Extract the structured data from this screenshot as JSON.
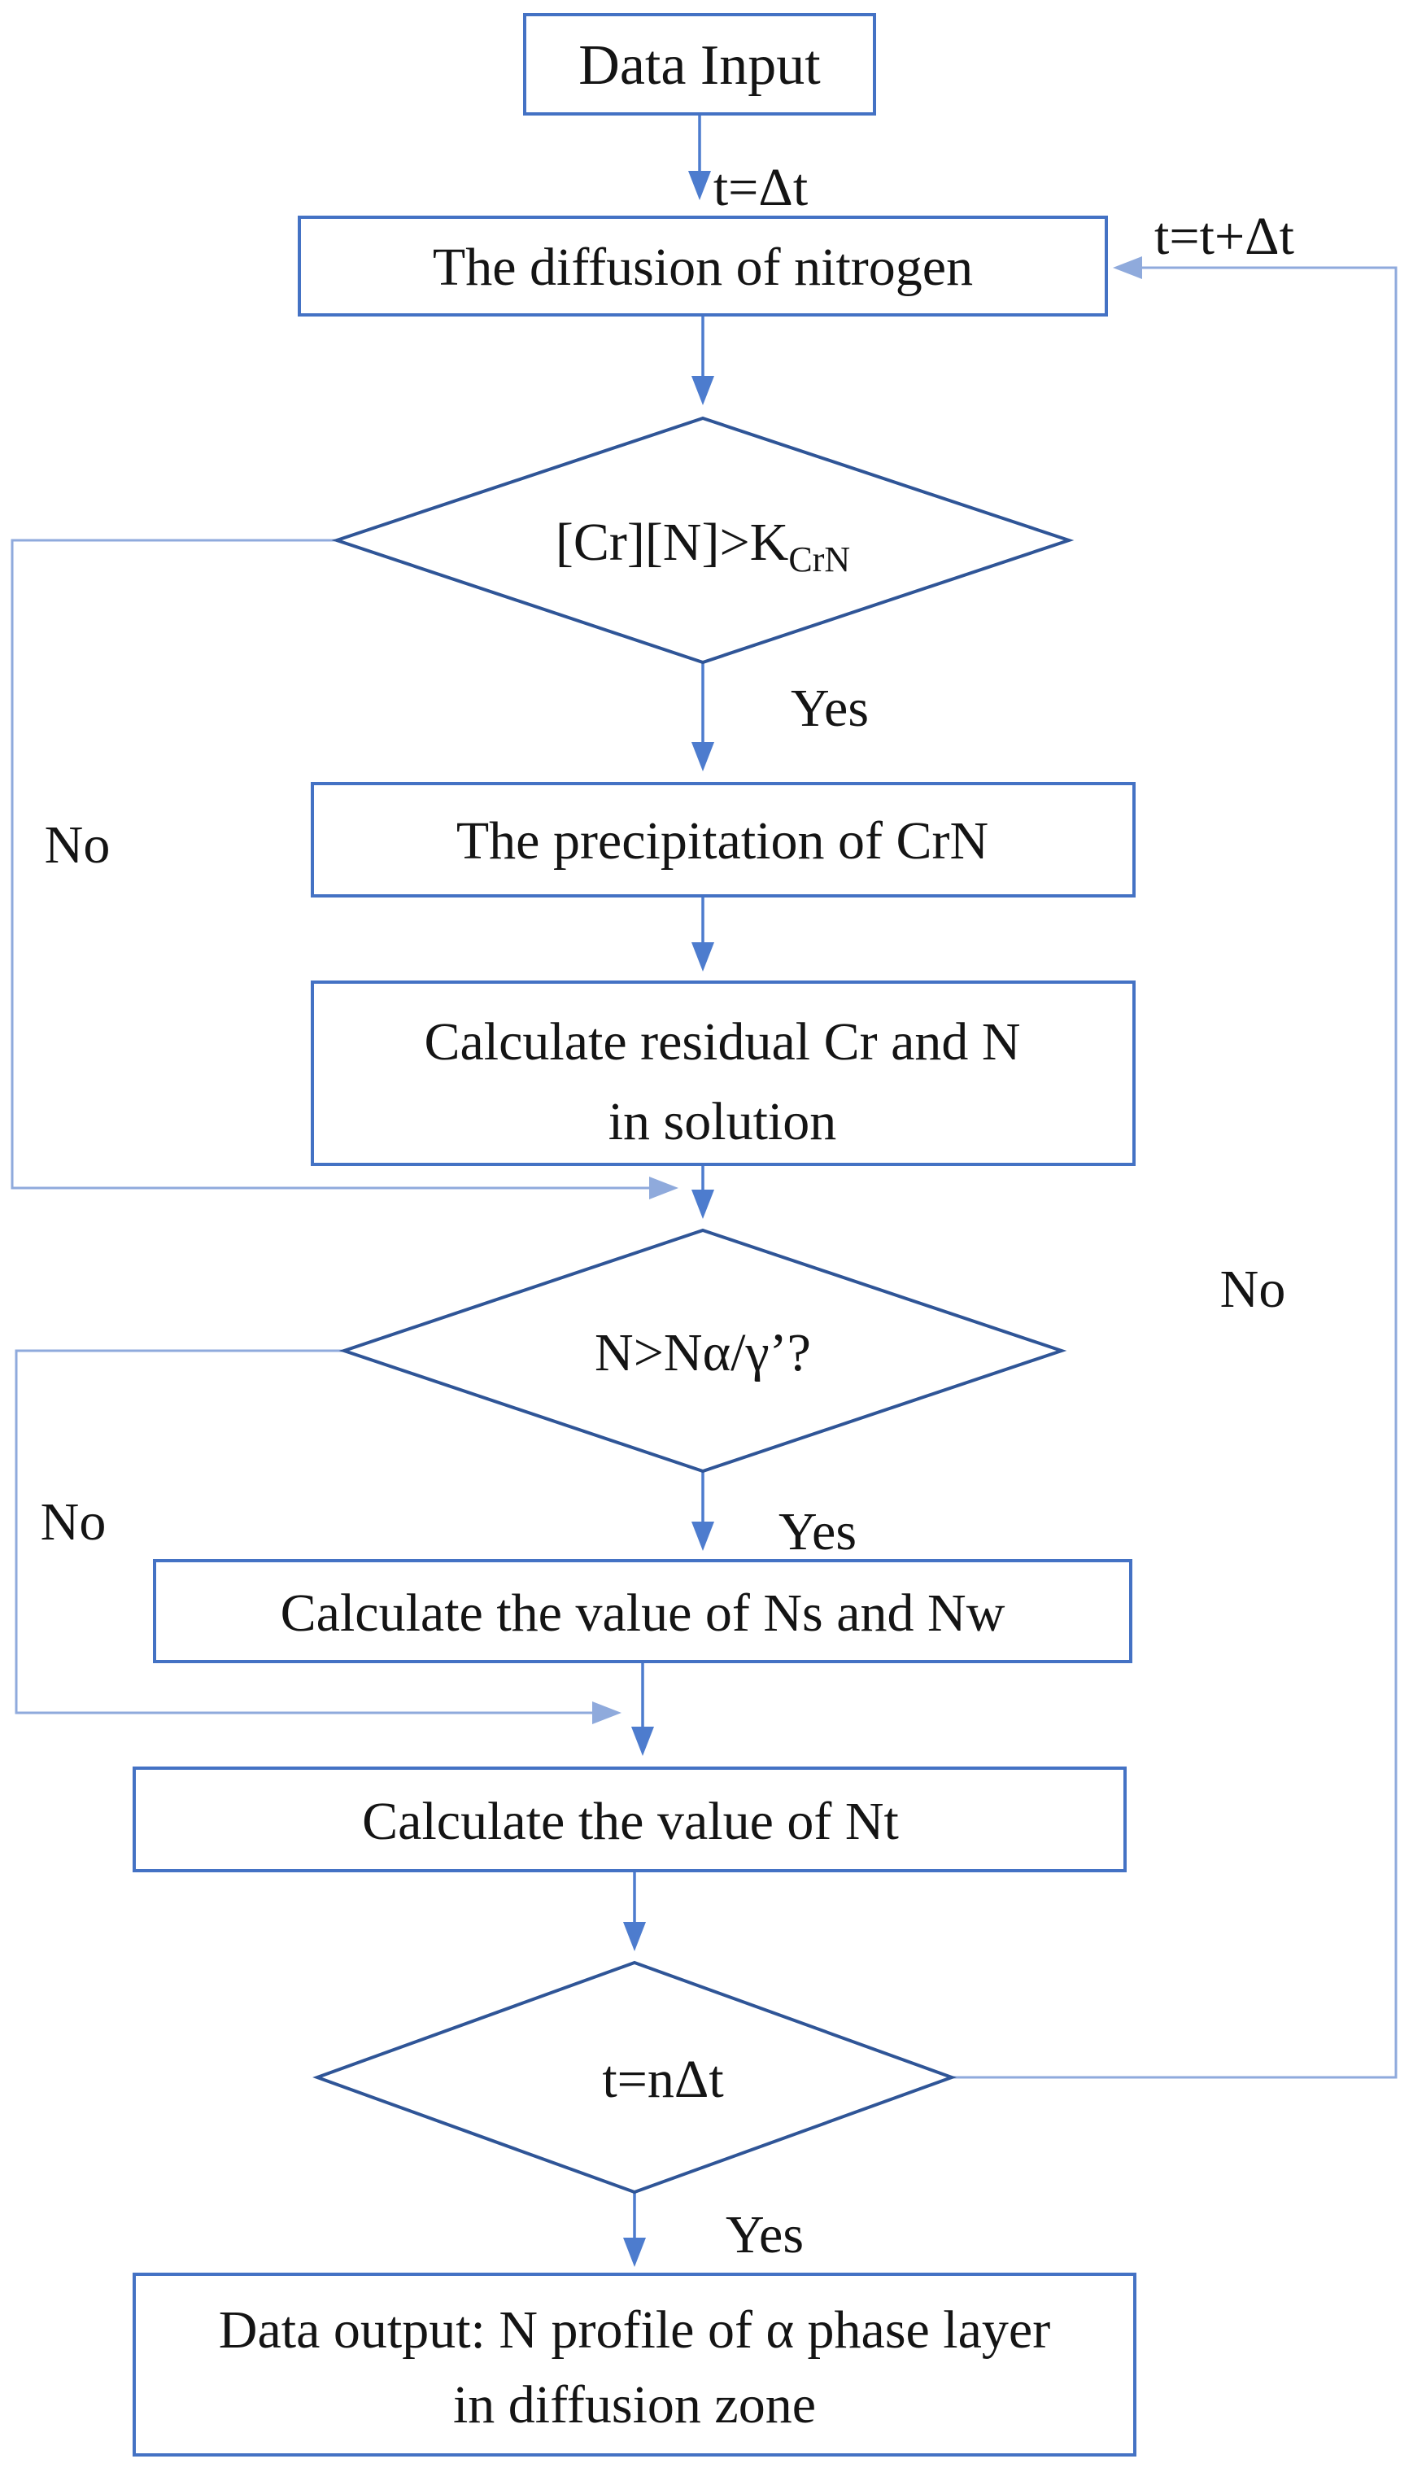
{
  "nodes": {
    "data_input": {
      "label": "Data Input"
    },
    "diffusion": {
      "label": "The diffusion of nitrogen"
    },
    "decision_crn": {
      "main": "[Cr][N]>K",
      "sub": "CrN"
    },
    "precipitation": {
      "label": "The precipitation of CrN"
    },
    "residual": {
      "line1": "Calculate residual Cr and N",
      "line2": "in solution"
    },
    "decision_n": {
      "label": "N>Nα/γ’?"
    },
    "ns_nw": {
      "label": "Calculate the value of Ns and Nw"
    },
    "nt": {
      "label": "Calculate the value of Nt"
    },
    "decision_t": {
      "label": "t=nΔt"
    },
    "output": {
      "line1": "Data output: N profile of α phase layer",
      "line2": "in diffusion zone"
    }
  },
  "edges": {
    "t_init": "t=Δt",
    "t_update": "t=t+Δt",
    "crn_yes": "Yes",
    "crn_no": "No",
    "n_yes": "Yes",
    "n_no": "No",
    "t_yes": "Yes",
    "t_no": "No"
  },
  "colors": {
    "box_border": "#4472C4",
    "diamond_border": "#2F5597",
    "arrow": "#4D7CCE",
    "loop_line": "#8FAADC",
    "text": "#141414",
    "background": "#ffffff"
  }
}
